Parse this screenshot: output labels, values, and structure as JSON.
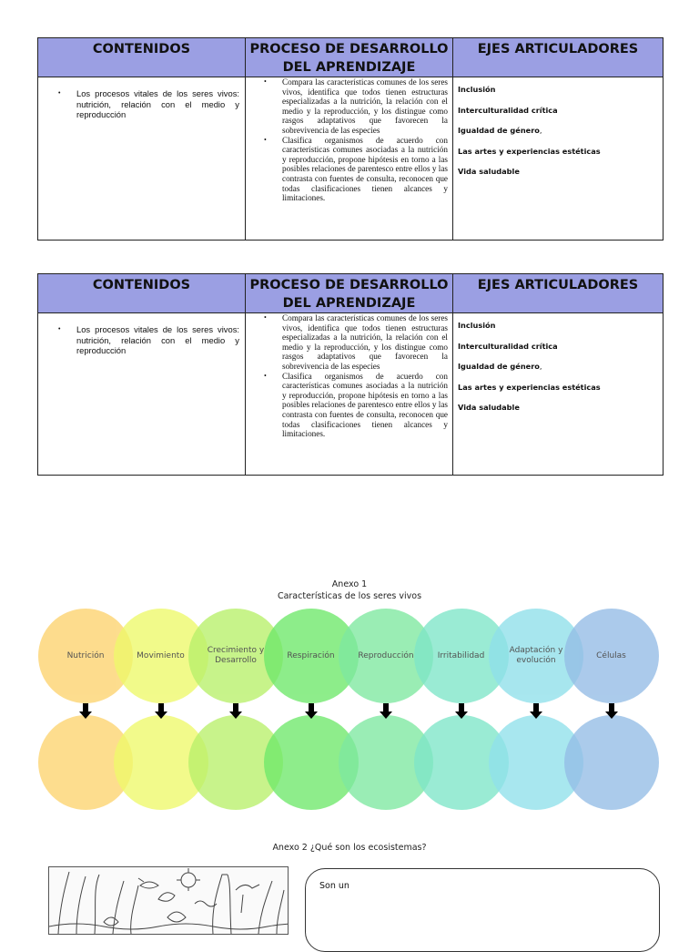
{
  "tables": [
    {
      "headers": [
        "CONTENIDOS",
        "PROCESO DE DESARROLLO DEL APRENDIZAJE",
        "EJES ARTICULADORES"
      ],
      "contenido": "Los procesos vitales de los seres vivos: nutrición, relación con el medio y reproducción",
      "proceso": [
        "Compara las características comunes de los seres vivos, identifica que todos tienen estructuras especializadas a la nutrición, la relación con el medio y la reproducción, y los distingue como rasgos adaptativos que favorecen la sobrevivencia de las especies",
        "Clasifica organismos de acuerdo con características comunes asociadas a la nutrición y reproducción, propone hipótesis en torno a las posibles relaciones de parentesco entre ellos y las contrasta con fuentes de consulta, reconocen que todas clasificaciones tienen alcances y limitaciones."
      ],
      "ejes": [
        "Inclusión",
        "Interculturalidad crítica",
        "Igualdad de género",
        "Las artes y experiencias estéticas",
        "Vida saludable"
      ]
    },
    {
      "headers": [
        "CONTENIDOS",
        "PROCESO DE DESARROLLO DEL APRENDIZAJE",
        "EJES ARTICULADORES"
      ],
      "contenido": "Los procesos vitales de los seres vivos: nutrición, relación con el medio y reproducción",
      "proceso": [
        "Compara las características comunes de los seres vivos, identifica que todos tienen estructuras especializadas a la nutrición, la relación con el medio y la reproducción, y los distingue como rasgos adaptativos que favorecen la sobrevivencia de las especies",
        "Clasifica organismos de acuerdo con características comunes asociadas a la nutrición y reproducción, propone hipótesis en torno a las posibles relaciones de parentesco entre ellos y las contrasta con fuentes de consulta, reconocen que todas clasificaciones tienen alcances y limitaciones."
      ],
      "ejes": [
        "Inclusión",
        "Interculturalidad crítica",
        "Igualdad de género",
        "Las artes y experiencias estéticas",
        "Vida saludable"
      ]
    }
  ],
  "eje_comma": ",",
  "anexo1": {
    "title": "Anexo 1",
    "subtitle": "Características de los seres vivos",
    "items": [
      {
        "label": "Nutrición",
        "color": "#fdd36e"
      },
      {
        "label": "Movimiento",
        "color": "#eef96a"
      },
      {
        "label": "Crecimiento y Desarrollo",
        "color": "#b8f06a"
      },
      {
        "label": "Respiración",
        "color": "#6ee86a"
      },
      {
        "label": "Reproducción",
        "color": "#7ee8a0"
      },
      {
        "label": "Irritabilidad",
        "color": "#7ee6c8"
      },
      {
        "label": "Adaptación y evolución",
        "color": "#8fe0ea"
      },
      {
        "label": "Células",
        "color": "#94bce6"
      }
    ]
  },
  "anexo2": {
    "title": "Anexo 2 ¿Qué son los ecosistemas?",
    "answer_label": "Son un",
    "image_icon": "ecosystem-illustration"
  }
}
